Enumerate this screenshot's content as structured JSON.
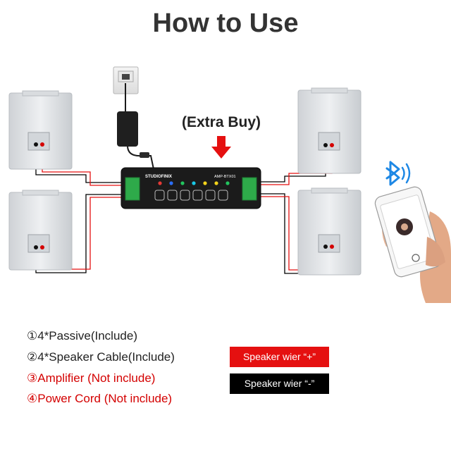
{
  "title": "How to Use",
  "extra_buy": "(Extra Buy)",
  "amplifier": {
    "brand": "STUDIOFINIX",
    "model": "AMP-BTX01",
    "indicator_colors": [
      "#e53935",
      "#2b6fff",
      "#22c55e",
      "#19c8e6",
      "#f2d21b",
      "#f2d21b",
      "#22c55e"
    ]
  },
  "legend": [
    {
      "text": "①4*Passive(Include)"
    },
    {
      "text": "②4*Speaker Cable(Include)"
    },
    {
      "text": "③Amplifier  (Not include)"
    },
    {
      "text": "④Power Cord (Not include)"
    }
  ],
  "wire_legend": {
    "plus": "Speaker wier “+”",
    "minus": "Speaker wier “-”",
    "plus_color": "#e51010",
    "minus_color": "#000000"
  },
  "icons": {
    "bluetooth": "bluetooth-icon",
    "arrow": "down-arrow-icon"
  },
  "colors": {
    "title": "#333333",
    "accent_red": "#d40000",
    "bluetooth_blue": "#1e88e5"
  }
}
